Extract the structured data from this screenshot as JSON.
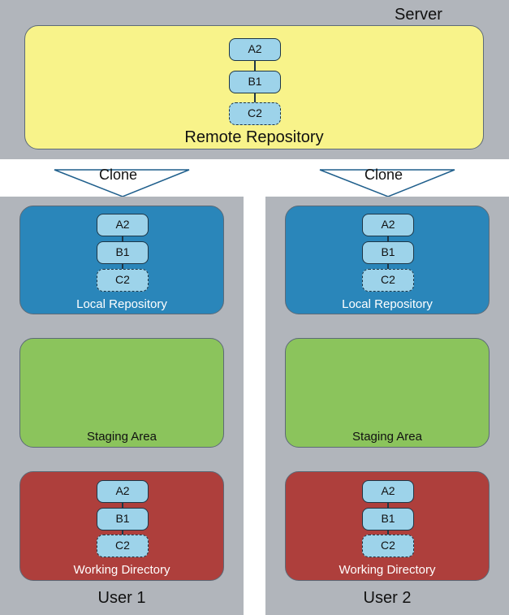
{
  "server": {
    "label": "Server",
    "repo_label": "Remote Repository",
    "commits": [
      "A2",
      "B1",
      "C2"
    ]
  },
  "clone_label": "Clone",
  "users": [
    {
      "label": "User 1",
      "local_label": "Local Repository",
      "staging_label": "Staging Area",
      "working_label": "Working Directory",
      "local_commits": [
        "A2",
        "B1",
        "C2"
      ],
      "working_commits": [
        "A2",
        "B1",
        "C2"
      ]
    },
    {
      "label": "User 2",
      "local_label": "Local Repository",
      "staging_label": "Staging Area",
      "working_label": "Working Directory",
      "local_commits": [
        "A2",
        "B1",
        "C2"
      ],
      "working_commits": [
        "A2",
        "B1",
        "C2"
      ]
    }
  ],
  "colors": {
    "remote_fill": "#f8f38a",
    "local_fill": "#2a86ba",
    "staging_fill": "#8bc45c",
    "working_fill": "#ae3f3c",
    "commit_fill": "#9dd3ea",
    "panel_fill": "#b1b5bb"
  }
}
